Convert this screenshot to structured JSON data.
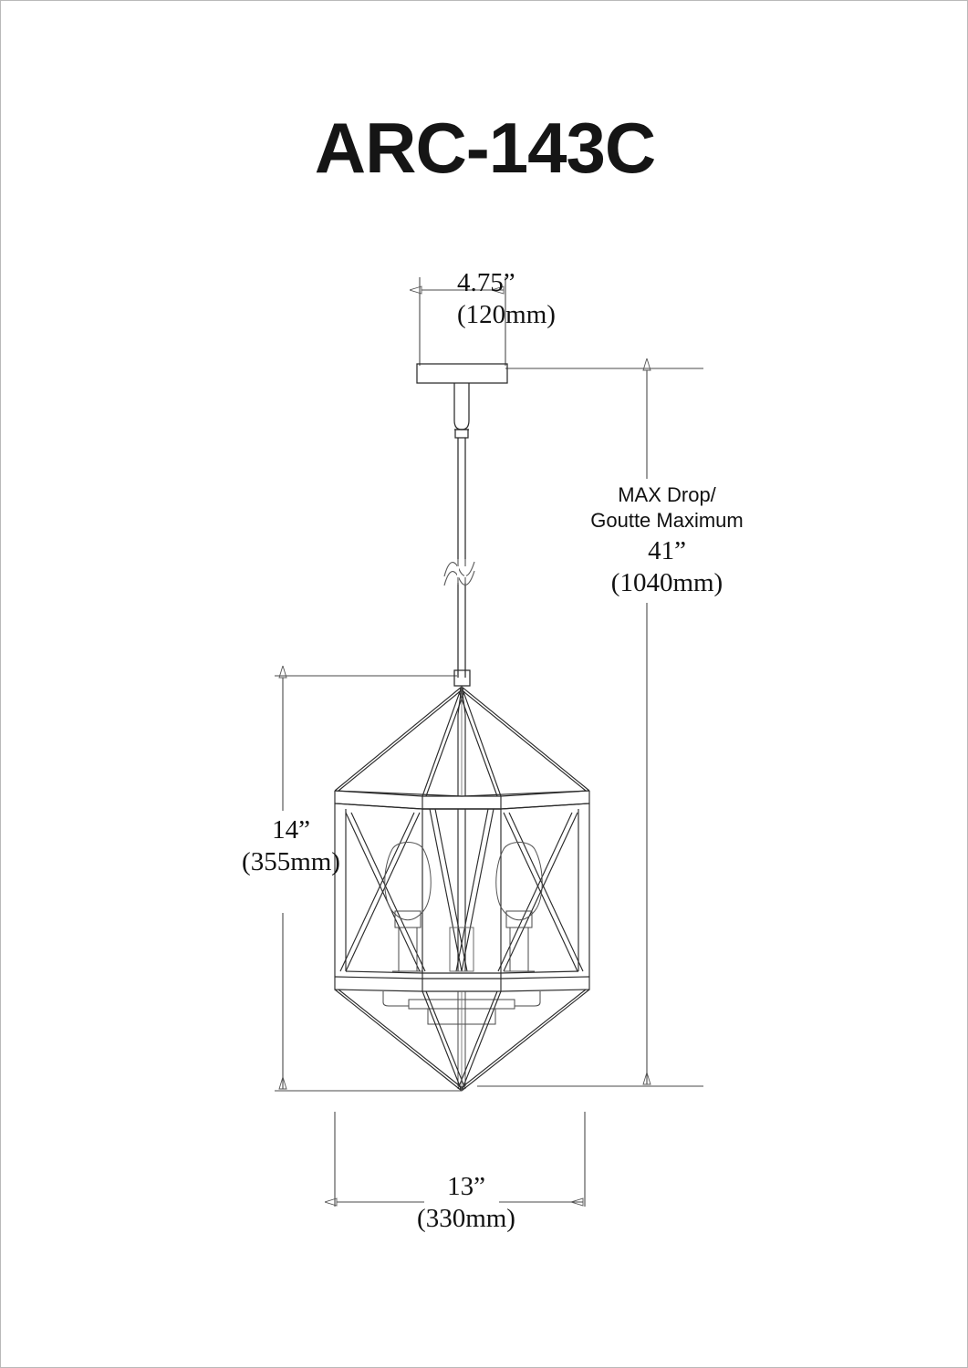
{
  "page": {
    "title": "ARC-143C",
    "background_color": "#ffffff",
    "border_color": "#b9b9b9",
    "line_color": "#2b2b2b",
    "dim_line_color": "#555555"
  },
  "dimensions": {
    "canopy_width": {
      "name": "canopy-width",
      "imperial": "4.75”",
      "metric": "(120mm)",
      "text": "4.75”\n(120mm)"
    },
    "max_drop": {
      "name": "max-drop",
      "label_en": "MAX Drop/",
      "label_fr": "Goutte Maximum",
      "label": "MAX Drop/\nGoutte Maximum",
      "imperial": "41”",
      "metric": "(1040mm)",
      "value": "41”\n(1040mm)"
    },
    "fixture_height": {
      "name": "fixture-height",
      "imperial": "14”",
      "metric": "(355mm)",
      "text": "14”\n(355mm)"
    },
    "fixture_width": {
      "name": "fixture-width",
      "imperial": "13”",
      "metric": "(330mm)",
      "text": "13”\n(330mm)"
    }
  },
  "fixture": {
    "name": "pendant-light-fixture",
    "parts": [
      "canopy",
      "stem-rod",
      "break-symbol",
      "cage-top-cone",
      "cage-body",
      "cage-bottom-cone",
      "candle-lamps"
    ],
    "lamp_count": 3
  },
  "chart_data": {
    "type": "table",
    "title": "ARC-143C",
    "categories": [
      "Canopy Width",
      "MAX Drop / Goutte Maximum",
      "Fixture Height",
      "Fixture Width"
    ],
    "values_imperial": [
      "4.75”",
      "41”",
      "14”",
      "13”"
    ],
    "values_metric": [
      "120mm",
      "1040mm",
      "355mm",
      "330mm"
    ]
  }
}
